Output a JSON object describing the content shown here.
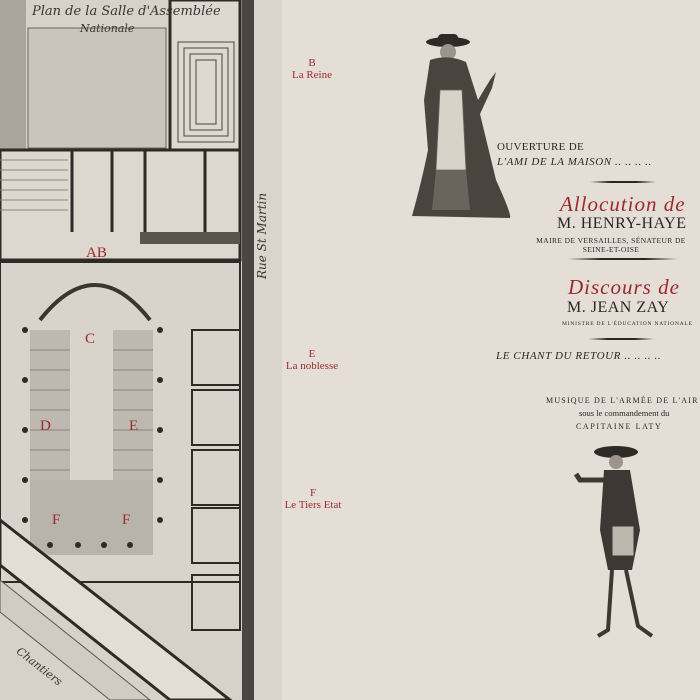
{
  "plan": {
    "title": "Plan de la Salle d'Assemblée",
    "subtitle": "Nationale",
    "street_label": "Rue St Martin",
    "bottom_street_label": "Chantiers",
    "room_labels": [
      "AB",
      "C",
      "D",
      "E",
      "F",
      "F"
    ]
  },
  "margin_labels": [
    {
      "letter": "B",
      "text": "La Reine"
    },
    {
      "letter": "E",
      "text": "La noblesse"
    },
    {
      "letter": "F",
      "text": "Le Tiers Etat"
    }
  ],
  "program": {
    "overture_line1": "OUVERTURE DE",
    "overture_line2": "L'AMI DE LA MAISON .. .. .. ..",
    "allocution_title": "Allocution de",
    "allocution_name": "M. HENRY-HAYE",
    "allocution_role": "MAIRE DE VERSAILLES, SÉNATEUR DE SEINE-ET-OISE",
    "discours_title": "Discours de",
    "discours_name": "M. JEAN ZAY",
    "discours_role": "MINISTRE DE L'ÉDUCATION NATIONALE",
    "chant": "LE CHANT DU RETOUR .. .. .. ..",
    "musique_line1": "MUSIQUE DE L'ARMÉE DE L'AIR",
    "musique_line2": "sous le commandement du",
    "musique_line3": "CAPITAINE LATY"
  },
  "colors": {
    "accent_red": "#9b2a2e",
    "paper": "#e4ded6",
    "ink": "#2a2624"
  }
}
